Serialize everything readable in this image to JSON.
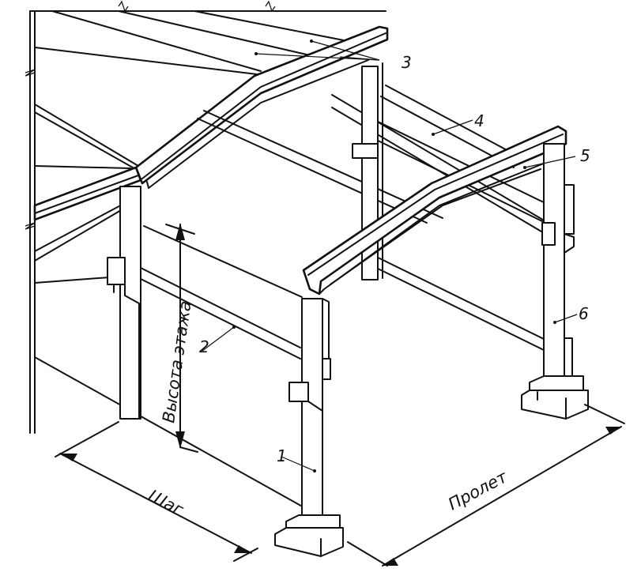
{
  "callouts": {
    "c1": "1",
    "c2": "2",
    "c3": "3",
    "c4": "4",
    "c5": "5",
    "c6": "6"
  },
  "dimensions": {
    "floor_height": "Высота этажа",
    "step": "Шаг",
    "span": "Пролет"
  }
}
